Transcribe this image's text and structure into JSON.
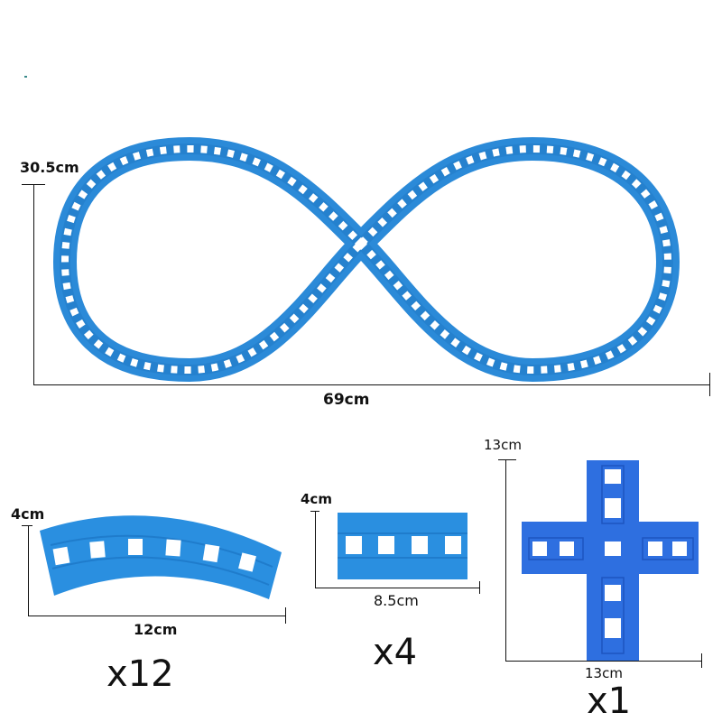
{
  "colors": {
    "track_blue": "#2b8ad8",
    "track_blue_dark": "#1f76c4",
    "crossing_blue": "#2e6fe0",
    "text": "#111111",
    "background": "#ffffff"
  },
  "figure8": {
    "height_label": "30.5cm",
    "width_label": "69cm"
  },
  "pieces": [
    {
      "name": "curved-track",
      "height_label": "4cm",
      "width_label": "12cm",
      "quantity": "x12"
    },
    {
      "name": "straight-track",
      "height_label": "4cm",
      "width_label": "8.5cm",
      "quantity": "x4"
    },
    {
      "name": "cross-track",
      "height_label": "13cm",
      "width_label": "13cm",
      "quantity": "x1"
    }
  ]
}
